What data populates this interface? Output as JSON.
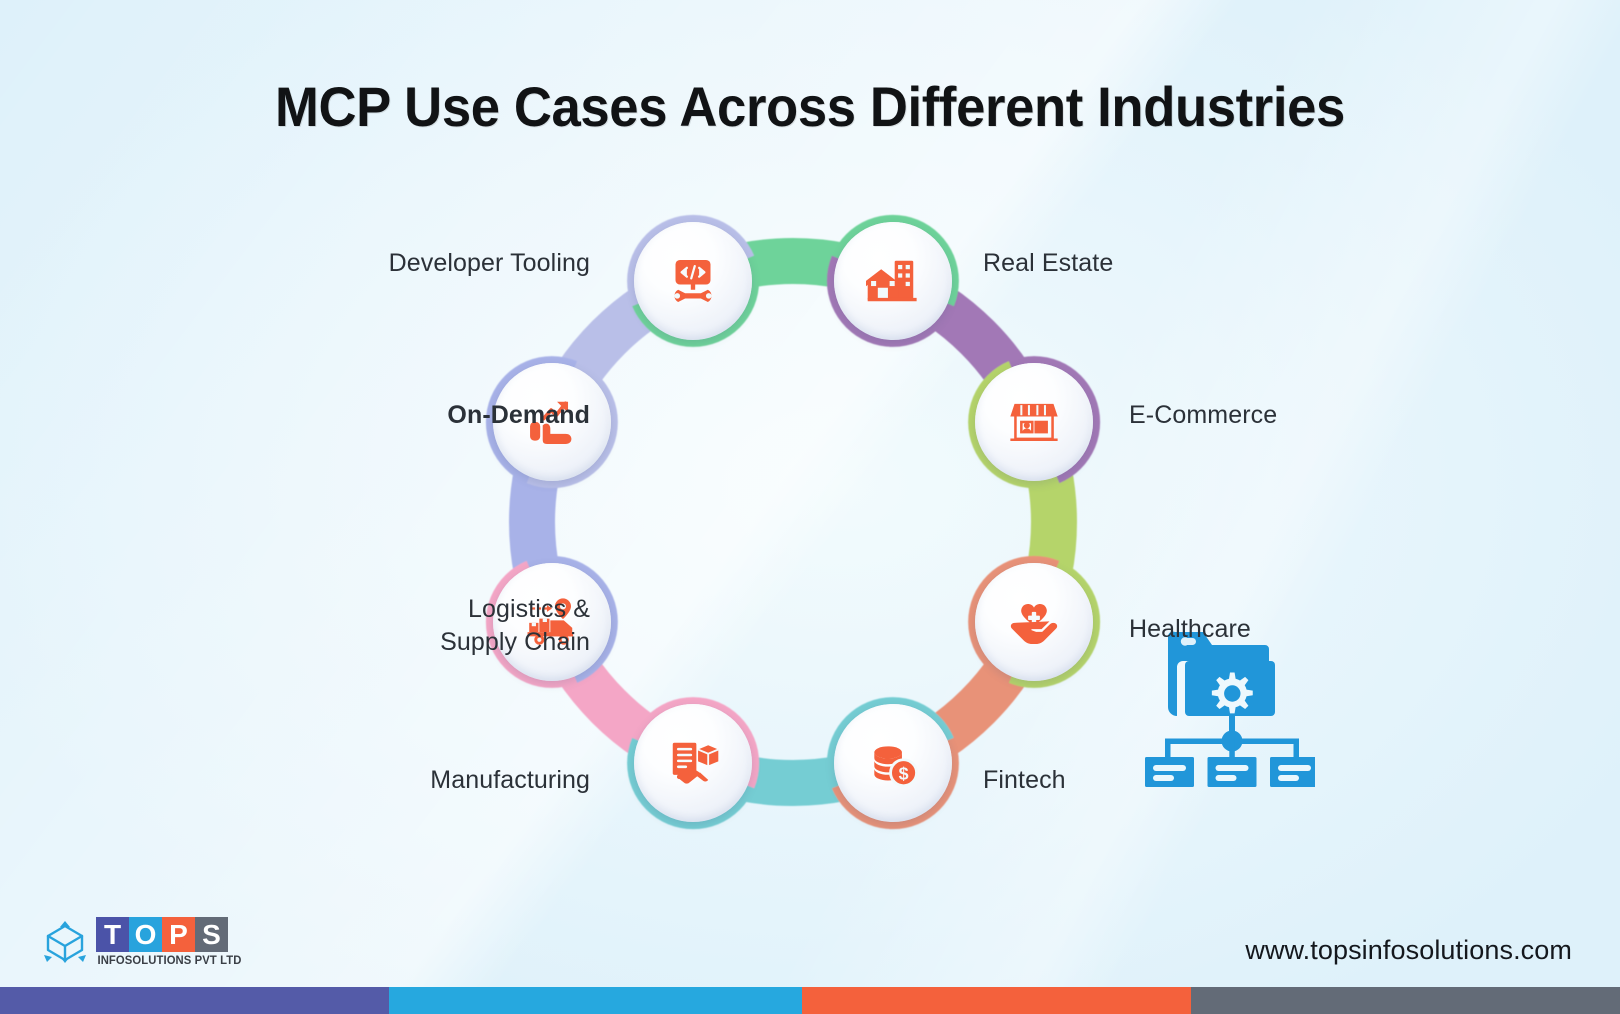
{
  "page": {
    "title": "MCP Use Cases Across Different Industries",
    "background_color": "#e4f4fb",
    "website": "www.topsinfosolutions.com"
  },
  "center": {
    "icon": "folder-gear-hierarchy-icon",
    "color": "#2196d9"
  },
  "nodes": [
    {
      "label": "Developer Tooling",
      "icon": "code-wrench-icon",
      "side": "left",
      "segment_color": "#b9bfe8"
    },
    {
      "label": "Real Estate",
      "icon": "house-building-icon",
      "side": "right",
      "segment_color": "#6ed39a"
    },
    {
      "label": "E-Commerce",
      "icon": "storefront-icon",
      "side": "right",
      "segment_color": "#a278b6"
    },
    {
      "label": "Healthcare",
      "icon": "heart-hands-plus-icon",
      "side": "right",
      "segment_color": "#b5d46a"
    },
    {
      "label": "Fintech",
      "icon": "coins-dollar-icon",
      "side": "right",
      "segment_color": "#e89278"
    },
    {
      "label": "Manufacturing",
      "icon": "document-box-handshake-icon",
      "side": "left",
      "segment_color": "#74cdd3"
    },
    {
      "label": "Logistics &\nSupply Chain",
      "icon": "delivery-truck-pin-icon",
      "side": "left",
      "segment_color": "#f4a6c6"
    },
    {
      "label": "On-Demand",
      "icon": "hand-growth-arrow-icon",
      "side": "left",
      "segment_color": "#a8b2e8"
    }
  ],
  "logo": {
    "mark": "cube-arrows-icon",
    "letters": [
      {
        "char": "T",
        "color": "#4b53a8"
      },
      {
        "char": "O",
        "color": "#28a3dd"
      },
      {
        "char": "P",
        "color": "#f4613c"
      },
      {
        "char": "S",
        "color": "#636b77"
      }
    ],
    "tagline": "INFOSOLUTIONS PVT LTD"
  },
  "footer_bar": [
    {
      "color": "#545ba8",
      "width_pct": 24.0
    },
    {
      "color": "#26a8df",
      "width_pct": 25.5
    },
    {
      "color": "#f4613c",
      "width_pct": 24.0
    },
    {
      "color": "#636b77",
      "width_pct": 26.5
    }
  ],
  "icon_color": "#f4613c"
}
